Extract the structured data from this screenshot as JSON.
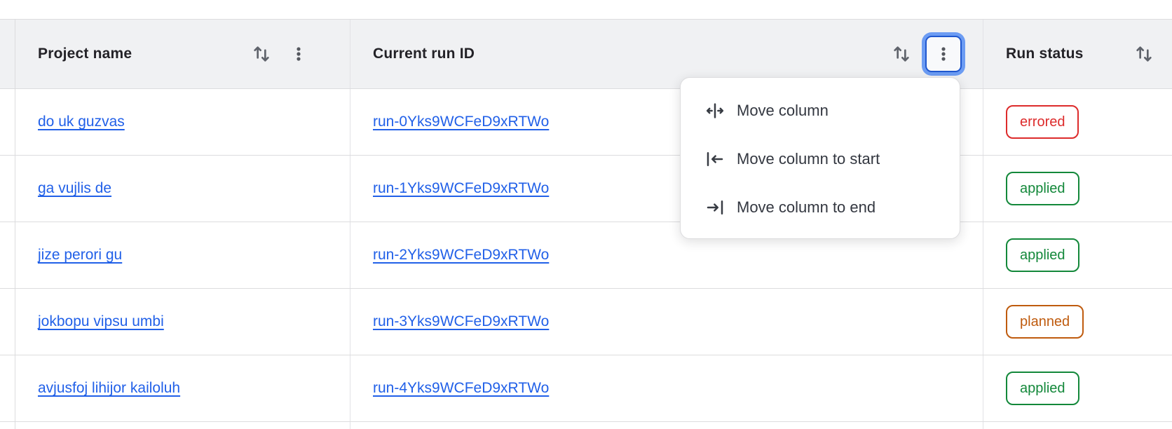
{
  "table": {
    "columns": [
      {
        "label": "Project name"
      },
      {
        "label": "Current run ID"
      },
      {
        "label": "Run status"
      }
    ],
    "rows": [
      {
        "project": "do uk guzvas",
        "run_id": "run-0Yks9WCFeD9xRTWo",
        "status": "errored"
      },
      {
        "project": "ga vujlis de",
        "run_id": "run-1Yks9WCFeD9xRTWo",
        "status": "applied"
      },
      {
        "project": "jize perori gu",
        "run_id": "run-2Yks9WCFeD9xRTWo",
        "status": "applied"
      },
      {
        "project": "jokbopu vipsu umbi",
        "run_id": "run-3Yks9WCFeD9xRTWo",
        "status": "planned"
      },
      {
        "project": "avjusfoj lihijor kailoluh",
        "run_id": "run-4Yks9WCFeD9xRTWo",
        "status": "applied"
      }
    ]
  },
  "menu": {
    "items": [
      {
        "label": "Move column"
      },
      {
        "label": "Move column to start"
      },
      {
        "label": "Move column to end"
      }
    ]
  },
  "colors": {
    "link_blue": "#2160e8",
    "status_errored": "#dd2b2b",
    "status_applied": "#13883a",
    "status_planned": "#bf5b0e",
    "focus_ring_outer": "#6c9cf3",
    "focus_ring_border": "#1f57cf",
    "header_background": "#f0f1f3",
    "row_border": "#dcdcde",
    "icon_gray": "#5f636b"
  }
}
